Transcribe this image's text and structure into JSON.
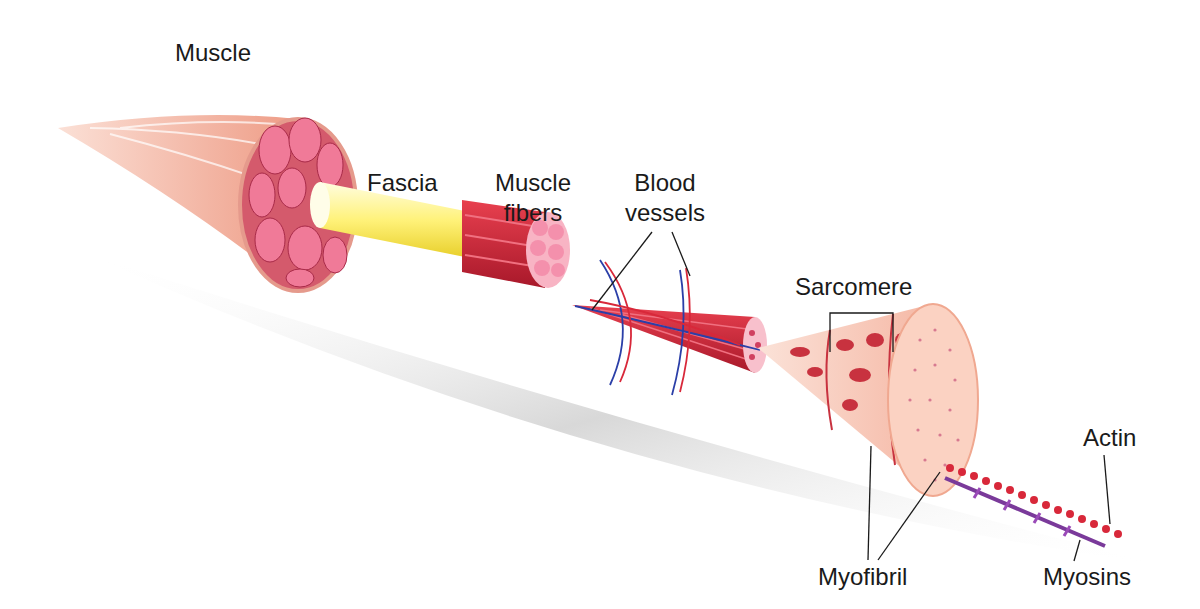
{
  "diagram": {
    "labels": [
      "Muscle",
      "Fascia",
      "Muscle fibers",
      "Blood vessels",
      "Sarcomere",
      "Actin",
      "Myofibril",
      "Myosins"
    ]
  }
}
